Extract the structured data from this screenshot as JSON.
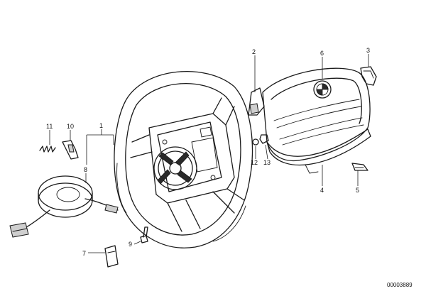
{
  "callouts": [
    {
      "id": "c1",
      "label": "1"
    },
    {
      "id": "c2a",
      "label": "2"
    },
    {
      "id": "c2b",
      "label": "2"
    },
    {
      "id": "c3",
      "label": "3"
    },
    {
      "id": "c4",
      "label": "4"
    },
    {
      "id": "c5",
      "label": "5"
    },
    {
      "id": "c6",
      "label": "6"
    },
    {
      "id": "c7",
      "label": "7"
    },
    {
      "id": "c8",
      "label": "8"
    },
    {
      "id": "c9",
      "label": "9"
    },
    {
      "id": "c10",
      "label": "10"
    },
    {
      "id": "c11",
      "label": "11"
    },
    {
      "id": "c12",
      "label": "12"
    },
    {
      "id": "c13",
      "label": "13"
    }
  ],
  "reference_number": "00003889"
}
